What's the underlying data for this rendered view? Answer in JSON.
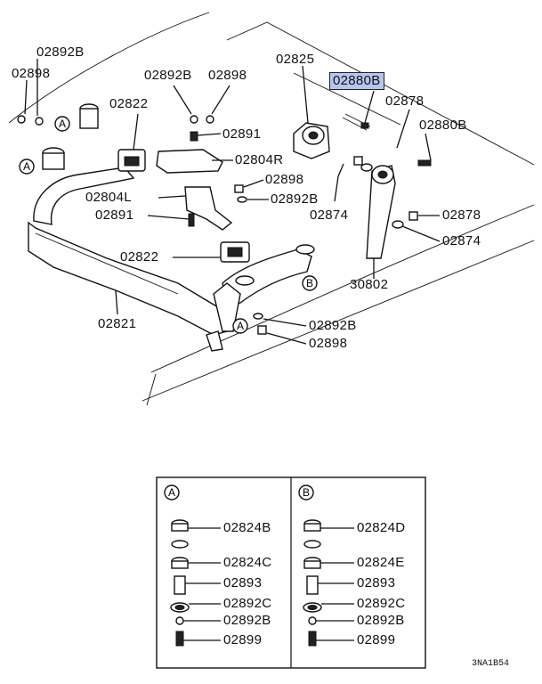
{
  "parts": {
    "p02892b_tl": "02892B",
    "p02898_tl": "02898",
    "p02892b_top": "02892B",
    "p02898_top": "02898",
    "p02825": "02825",
    "p02880b_hl": "02880B",
    "p02822_top": "02822",
    "p02878_top": "02878",
    "p02880b_r": "02880B",
    "p02891_top": "02891",
    "p02804r": "02804R",
    "p02898_mid": "02898",
    "p02804l": "02804L",
    "p02892b_mid": "02892B",
    "p02891_mid": "02891",
    "p02874_mid": "02874",
    "p02878_r": "02878",
    "p02874_r": "02874",
    "p02822_mid": "02822",
    "p30802": "30802",
    "p02821": "02821",
    "p02892b_low": "02892B",
    "p02898_low": "02898"
  },
  "callouts": {
    "a": "A",
    "b": "B"
  },
  "table": {
    "a": {
      "header": "A",
      "items": [
        "02824B",
        "02824C",
        "02893",
        "02892C",
        "02892B",
        "02899"
      ]
    },
    "b": {
      "header": "B",
      "items": [
        "02824D",
        "02824E",
        "02893",
        "02892C",
        "02892B",
        "02899"
      ]
    }
  },
  "diagram_code": "3NA1B54",
  "colors": {
    "highlight": "#b9c4ee",
    "ink": "#111111"
  }
}
